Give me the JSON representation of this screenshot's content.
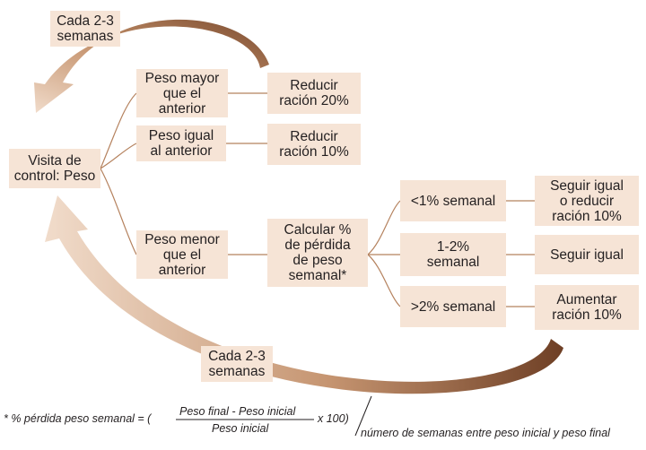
{
  "diagram": {
    "root": "Visita de\ncontrol: Peso",
    "conditions": {
      "higher": "Peso mayor\nque el\nanterior",
      "equal": "Peso igual\nal anterior",
      "lower": "Peso menor\nque el\nanterior"
    },
    "actions": {
      "higher": "Reducir\nración 20%",
      "equal": "Reducir\nración 10%",
      "lower": "Calcular %\nde pérdida\nde peso\nsemanal*"
    },
    "loss_ranges": {
      "under1": "<1% semanal",
      "between": "1-2%\nsemanal",
      "over2": ">2% semanal"
    },
    "loss_actions": {
      "under1": "Seguir igual\no reducir\nración 10%",
      "between": "Seguir igual",
      "over2": "Aumentar\nración 10%"
    },
    "cycle_labels": {
      "top": "Cada 2-3\nsemanas",
      "bottom": "Cada 2-3\nsemanas"
    },
    "colors": {
      "box_fill": "#f6e4d6",
      "connector": "#b5825e",
      "arrow": "#c9946a"
    }
  },
  "footnote": {
    "prefix": "* % pérdida peso semanal = (",
    "numerator": "Peso final - Peso inicial",
    "denominator": "Peso inicial",
    "multiplier": "x 100)",
    "divisor": "número de semanas entre peso inicial y peso final"
  }
}
